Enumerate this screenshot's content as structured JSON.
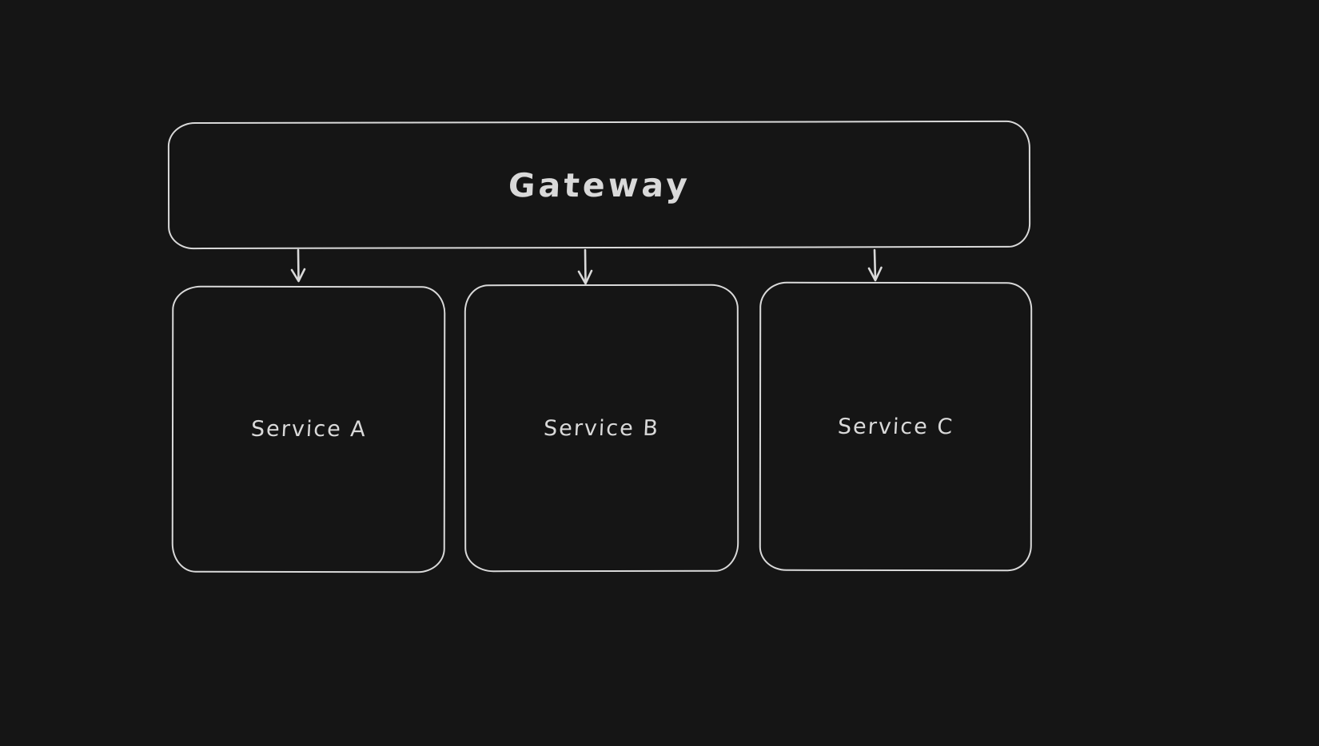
{
  "canvas": {
    "background_color": "#151515",
    "stroke_color": "#d9d9d9",
    "text_color": "#d9d9d9",
    "style": "hand-drawn-dark"
  },
  "diagram": {
    "gateway": {
      "label": "Gateway"
    },
    "services": [
      {
        "label": "Service A"
      },
      {
        "label": "Service B"
      },
      {
        "label": "Service C"
      }
    ],
    "arrows": [
      {
        "from": "Gateway",
        "to": "Service A"
      },
      {
        "from": "Gateway",
        "to": "Service B"
      },
      {
        "from": "Gateway",
        "to": "Service C"
      }
    ]
  }
}
